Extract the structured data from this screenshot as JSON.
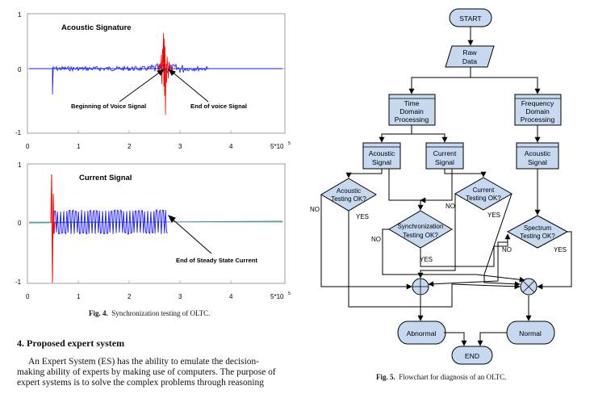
{
  "figure4": {
    "caption_num": "Fig. 4.",
    "caption_text": "Synchronization testing of OLTC.",
    "plot1": {
      "title": "Acoustic Signature",
      "y_ticks": [
        "1",
        "0",
        "-1"
      ],
      "x_ticks": [
        "0",
        "1",
        "2",
        "3",
        "4",
        "5*10"
      ],
      "x_exp": "5",
      "annotation1": "Beginning of Voice Signal",
      "annotation2": "End of voice Signal"
    },
    "plot2": {
      "title": "Current Signal",
      "y_ticks": [
        "1",
        "0",
        "-1"
      ],
      "x_ticks": [
        "0",
        "1",
        "2",
        "3",
        "4",
        "5*10"
      ],
      "x_exp": "5",
      "annotation1": "End of Steady State Current"
    }
  },
  "section": {
    "heading": "4.  Proposed expert system",
    "lines": [
      "An Expert System (ES) has the ability to emulate the decision-",
      "making ability of experts by making use of computers. The purpose of",
      "expert systems is to solve the complex problems through reasoning"
    ]
  },
  "figure5": {
    "caption_num": "Fig. 5.",
    "caption_text": "Flowchart for diagnosis of an OLTC.",
    "nodes": {
      "start": "START",
      "raw_data": [
        "Raw",
        "Data"
      ],
      "time_domain": [
        "Time",
        "Domain",
        "Processing"
      ],
      "freq_domain": [
        "Frequency",
        "Domain",
        "Processing"
      ],
      "acoustic_signal_1": [
        "Acoustic",
        "Signal"
      ],
      "current_signal": [
        "Current",
        "Signal"
      ],
      "acoustic_signal_2": [
        "Acoustic",
        "Signal"
      ],
      "acoustic_testing": [
        "Acoustic",
        "Testing OK?"
      ],
      "current_testing": [
        "Current",
        "Testing OK?"
      ],
      "sync_testing": [
        "Synchronization",
        "Testing OK?"
      ],
      "spectrum_testing": [
        "Spectrum",
        "Testing OK?"
      ],
      "abnormal": "Abnormal",
      "normal": "Normal",
      "end": "END"
    },
    "labels": {
      "no": "NO",
      "yes": "YES"
    }
  },
  "colors": {
    "acoustic_trace": "#1a1aff",
    "spike": "#ff0000",
    "node_fill": "#c6d9f1",
    "line": "#000000"
  }
}
